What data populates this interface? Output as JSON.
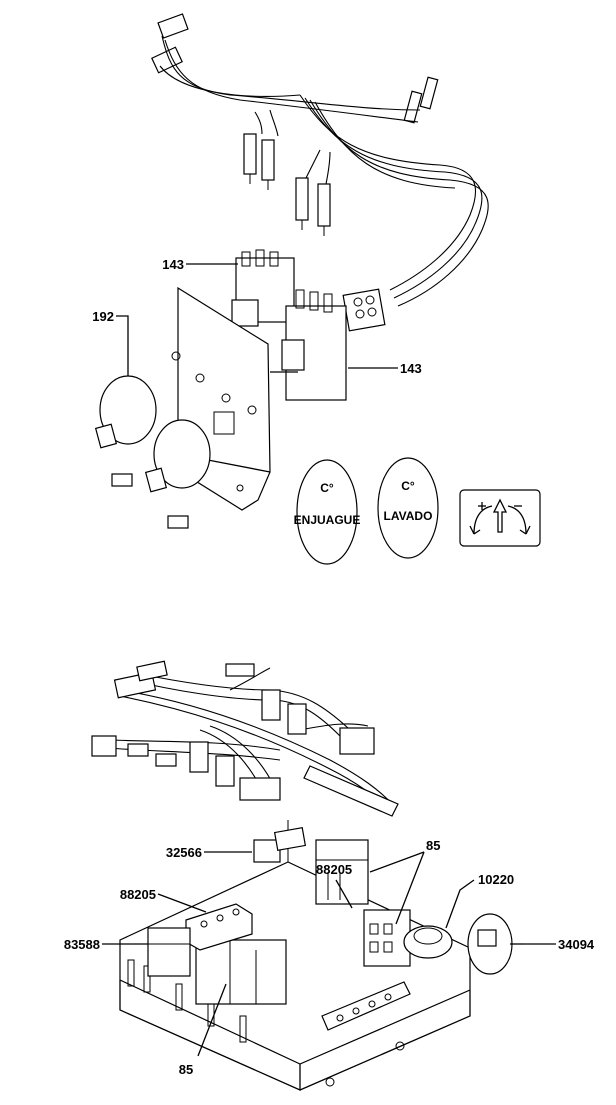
{
  "callouts": {
    "c143_top": "143",
    "c143_right": "143",
    "c192": "192",
    "c32566": "32566",
    "c88205_center": "88205",
    "c85_top": "85",
    "c10220": "10220",
    "c88205_left": "88205",
    "c83588": "83588",
    "c34094": "34094",
    "c85_bottom": "85"
  },
  "badges": {
    "rinse_unit": "C°",
    "rinse_label": "ENJUAGUE",
    "wash_unit": "C°",
    "wash_label": "LAVADO"
  },
  "icons": [
    "adjust-plus-minus-icon"
  ]
}
